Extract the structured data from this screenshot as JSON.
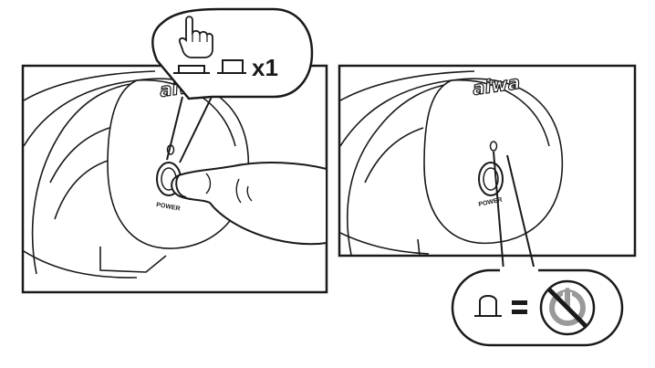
{
  "panels": [
    {
      "brand": "aiwa",
      "button_label": "POWER",
      "callout": {
        "icon_hand": "pointing-hand-icon",
        "icon_pressed": "pressed-button-icon",
        "icon_button": "button-icon",
        "press_count": "x1"
      }
    },
    {
      "brand": "aiwa",
      "button_label": "POWER",
      "callout": {
        "icon_led": "indicator-light-icon",
        "equals": "=",
        "icon_power_off": "power-off-icon",
        "meaning": "indicator off means power off"
      }
    }
  ],
  "colors": {
    "line": "#1a1a1a",
    "grey": "#9a9a9a",
    "background": "#ffffff"
  }
}
